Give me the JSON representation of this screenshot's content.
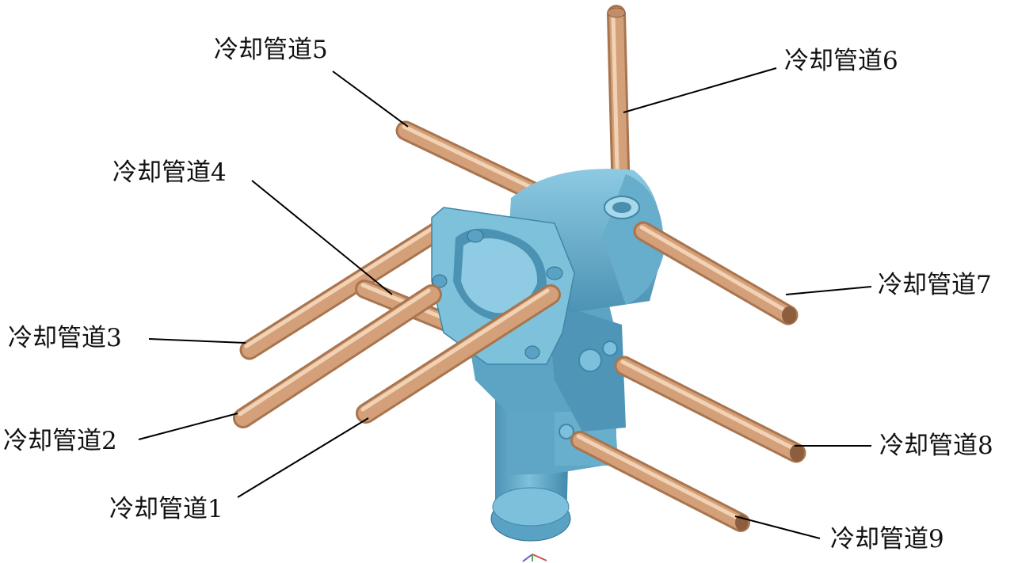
{
  "colors": {
    "casting_base": "#6fb6d3",
    "casting_light": "#9fd2e6",
    "casting_dark": "#3f86a8",
    "pipe": "#d3a07a",
    "pipe_light": "#f1d2b4",
    "pipe_dark": "#a8754f",
    "leader": "#000000"
  },
  "labels": [
    {
      "id": "1",
      "text": "冷却管道1"
    },
    {
      "id": "2",
      "text": "冷却管道2"
    },
    {
      "id": "3",
      "text": "冷却管道3"
    },
    {
      "id": "4",
      "text": "冷却管道4"
    },
    {
      "id": "5",
      "text": "冷却管道5"
    },
    {
      "id": "6",
      "text": "冷却管道6"
    },
    {
      "id": "7",
      "text": "冷却管道7"
    },
    {
      "id": "8",
      "text": "冷却管道8"
    },
    {
      "id": "9",
      "text": "冷却管道9"
    }
  ]
}
